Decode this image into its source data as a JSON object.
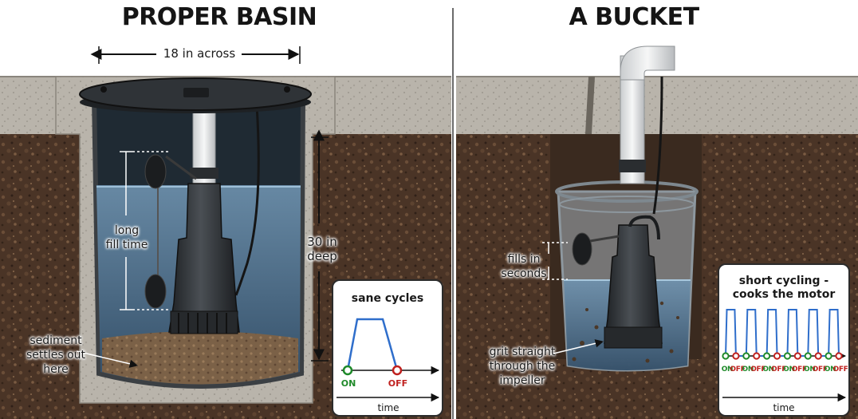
{
  "left_panel": {
    "title": "PROPER BASIN",
    "width_label": "18 in across",
    "depth_label_line1": "30 in",
    "depth_label_line2": "deep",
    "fill_label_line1": "long",
    "fill_label_line2": "fill time",
    "sediment_label_line1": "sediment",
    "sediment_label_line2": "settles out",
    "sediment_label_line3": "here",
    "chart": {
      "title": "sane cycles",
      "on_label": "ON",
      "off_label": "OFF",
      "time_label": "time"
    }
  },
  "right_panel": {
    "title": "A BUCKET",
    "fill_label_line1": "fills in",
    "fill_label_line2": "seconds",
    "grit_label_line1": "grit straight",
    "grit_label_line2": "through the",
    "grit_label_line3": "impeller",
    "chart": {
      "title_line1": "short cycling -",
      "title_line2": "cooks the motor",
      "cycle_labels": [
        "ON",
        "OFF",
        "ON",
        "OFF",
        "ON",
        "OFF",
        "ON",
        "OFF",
        "ON",
        "OFF",
        "ON",
        "OFF"
      ],
      "time_label": "time"
    }
  },
  "colors": {
    "soil": "#4a3426",
    "concrete": "#b8b3aa",
    "water": "#5a7f9e",
    "pump": "#2a2d30",
    "on_green": "#1f8a2a",
    "off_red": "#c0211f"
  }
}
